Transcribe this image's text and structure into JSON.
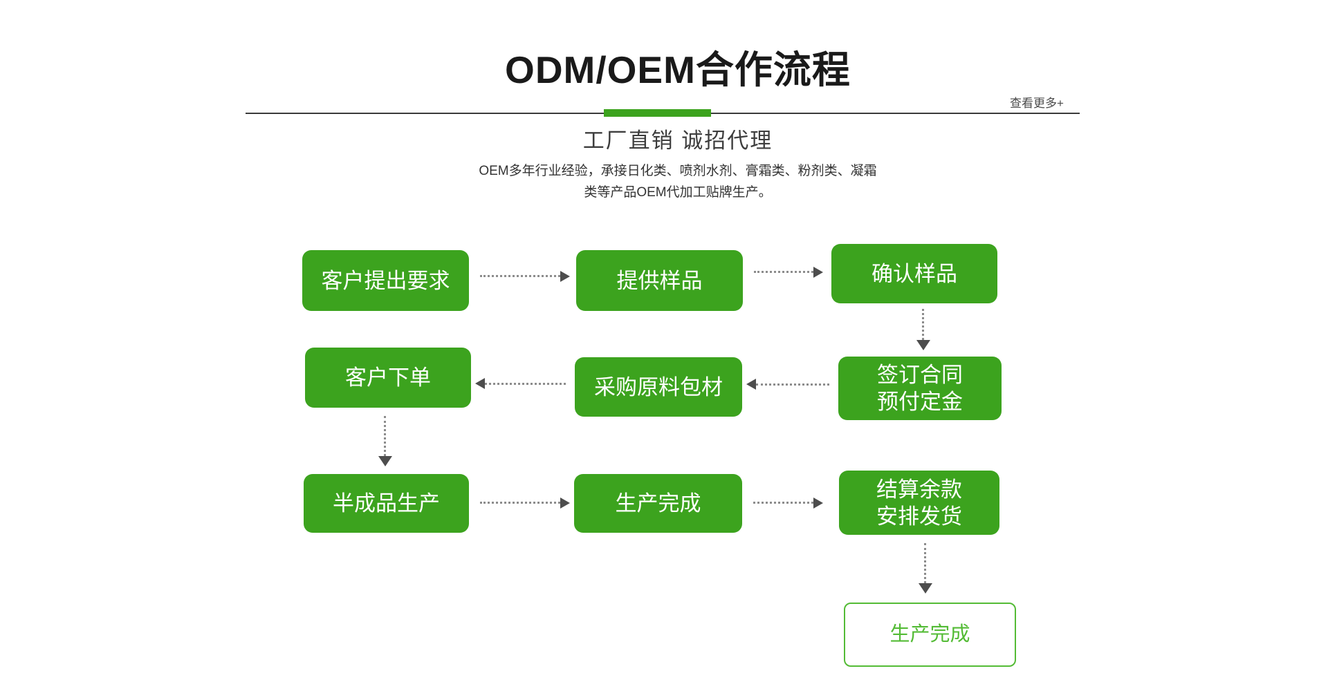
{
  "header": {
    "title": "ODM/OEM合作流程",
    "see_more_link": "查看更多+",
    "subtitle": "工厂直销 诚招代理",
    "description_line1": "OEM多年行业经验，承接日化类、喷剂水剂、膏霜类、粉剂类、凝霜",
    "description_line2": "类等产品OEM代加工贴牌生产。"
  },
  "colors": {
    "green": "#3ca31e",
    "green_light": "#53bb35",
    "arrow": "#4d4d4d",
    "dots": "#8c8c8c",
    "title_text": "#1a1a1a",
    "divider": "#3a3a3a"
  },
  "flow": {
    "steps": [
      {
        "line1": "客户提出要求"
      },
      {
        "line1": "提供样品"
      },
      {
        "line1": "确认样品"
      },
      {
        "line1": "签订合同",
        "line2": "预付定金"
      },
      {
        "line1": "采购原料包材"
      },
      {
        "line1": "客户下单"
      },
      {
        "line1": "半成品生产"
      },
      {
        "line1": "生产完成"
      },
      {
        "line1": "结算余款",
        "line2": "安排发货"
      },
      {
        "line1": "生产完成",
        "style": "outlined"
      }
    ]
  }
}
